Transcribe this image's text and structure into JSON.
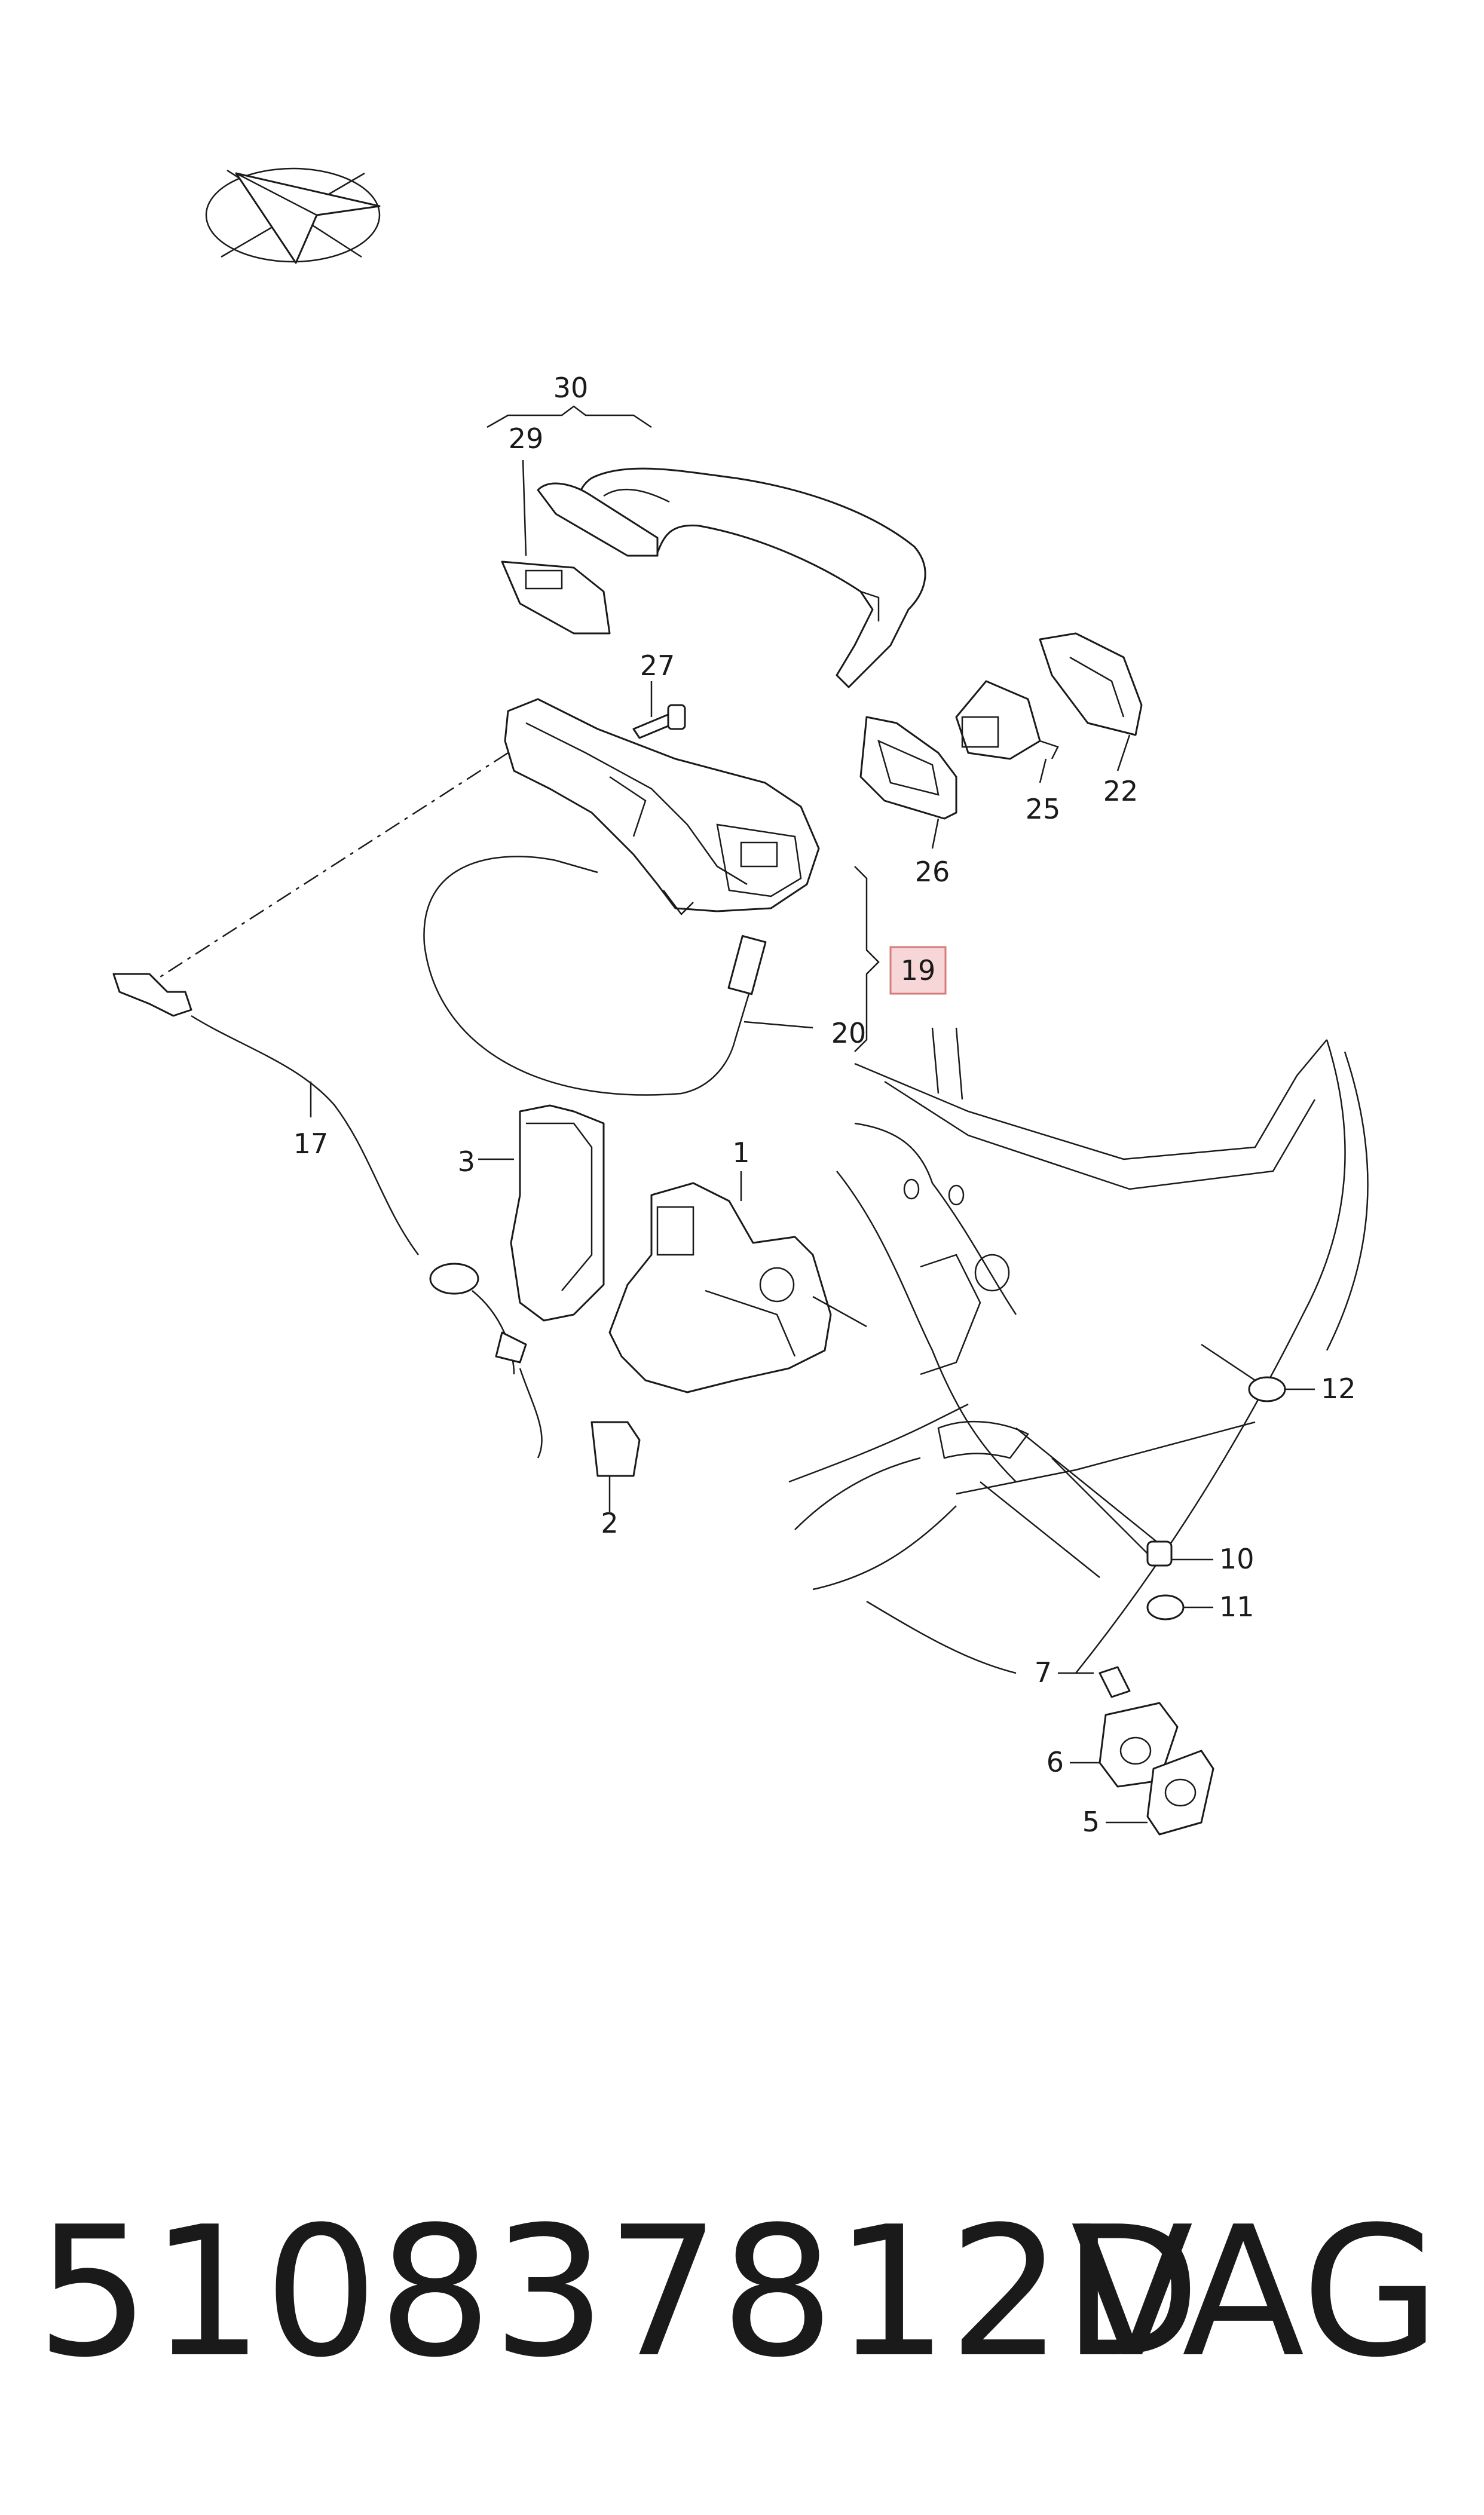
{
  "diagram": {
    "accent_highlight": "#f6d6d6",
    "accent_highlight_border": "#d87a7a",
    "orientation_icon": "direction-arrow-icon",
    "callouts": [
      {
        "id": "c1",
        "label": "1"
      },
      {
        "id": "c2",
        "label": "2"
      },
      {
        "id": "c3",
        "label": "3"
      },
      {
        "id": "c5",
        "label": "5"
      },
      {
        "id": "c6",
        "label": "6"
      },
      {
        "id": "c7",
        "label": "7"
      },
      {
        "id": "c10",
        "label": "10"
      },
      {
        "id": "c11",
        "label": "11"
      },
      {
        "id": "c12",
        "label": "12"
      },
      {
        "id": "c17",
        "label": "17"
      },
      {
        "id": "c19",
        "label": "19",
        "highlighted": true
      },
      {
        "id": "c20",
        "label": "20"
      },
      {
        "id": "c22",
        "label": "22"
      },
      {
        "id": "c25",
        "label": "25"
      },
      {
        "id": "c26",
        "label": "26"
      },
      {
        "id": "c27",
        "label": "27"
      },
      {
        "id": "c29",
        "label": "29"
      },
      {
        "id": "c30",
        "label": "30"
      }
    ]
  },
  "footer": {
    "part_number": "510837812D",
    "brand": "VAG"
  }
}
